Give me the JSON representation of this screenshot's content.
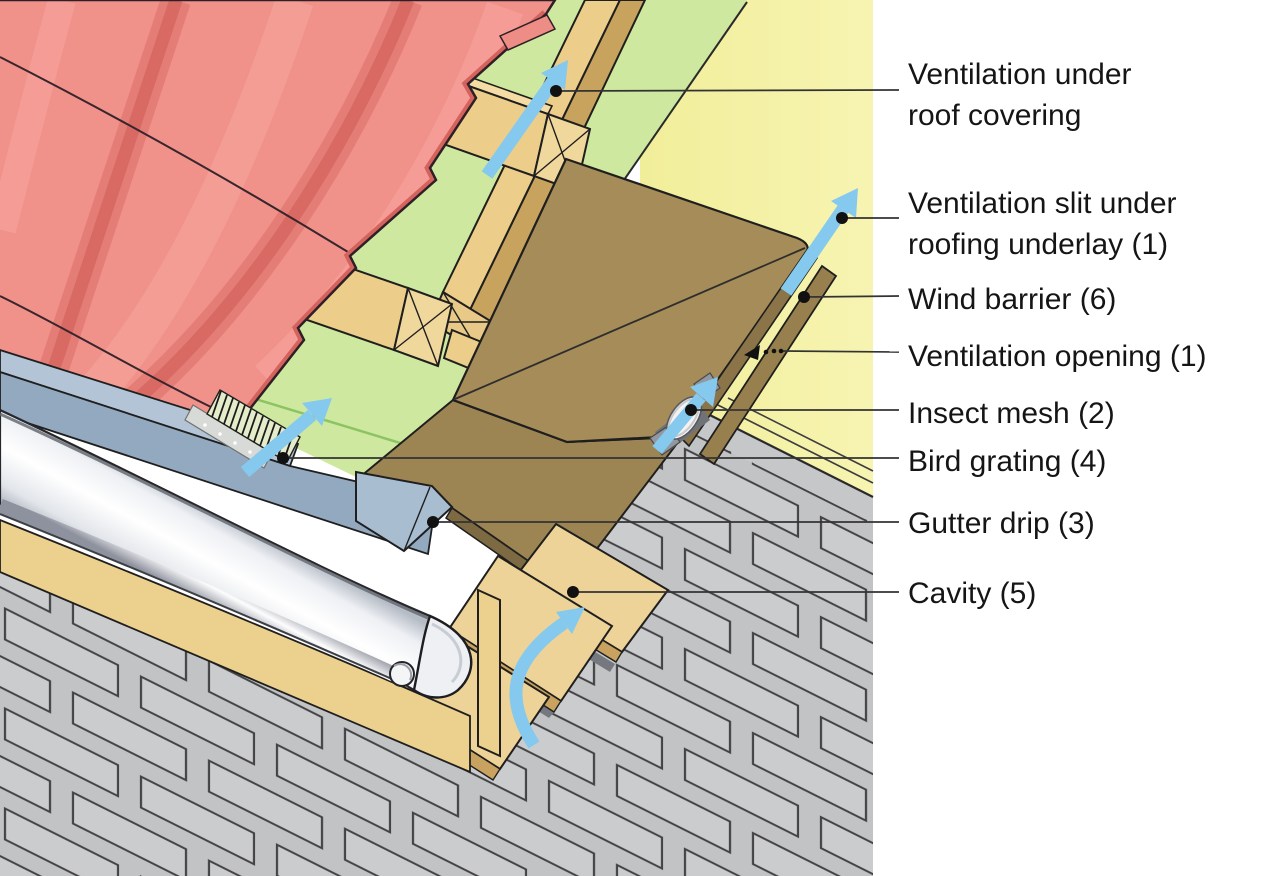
{
  "figure": {
    "type": "technical-illustration",
    "subject": "Roof eaves ventilation construction detail",
    "view": "3D cutaway of tiled roof eave over brick cavity wall"
  },
  "callouts": [
    {
      "id": "1a",
      "text": "Ventilation under roof covering"
    },
    {
      "id": "1b",
      "text": "Ventilation slit under roofing underlay (1)"
    },
    {
      "id": "6",
      "text": "Wind barrier (6)"
    },
    {
      "id": "1c",
      "text": "Ventilation opening (1)"
    },
    {
      "id": "2",
      "text": "Insect mesh (2)"
    },
    {
      "id": "4",
      "text": "Bird grating (4)"
    },
    {
      "id": "3",
      "text": "Gutter drip (3)"
    },
    {
      "id": "5",
      "text": "Cavity (5)"
    }
  ],
  "airflow": {
    "meaning": "airflow direction",
    "arrow_color": "#85c9ee",
    "arrow_count": 5
  },
  "colors": {
    "roof_tiles": "#f0918a",
    "underlay_membrane": "#cee99f",
    "background_wall": "#f4f1a4",
    "underlay_board": "#a58c58",
    "wood": "#eccd8a",
    "flashing": "#a9bdd1",
    "gutter": "#ffffff",
    "brick": "#c9cacc",
    "callout_line": "#333333",
    "outline": "#1f1f1f"
  }
}
